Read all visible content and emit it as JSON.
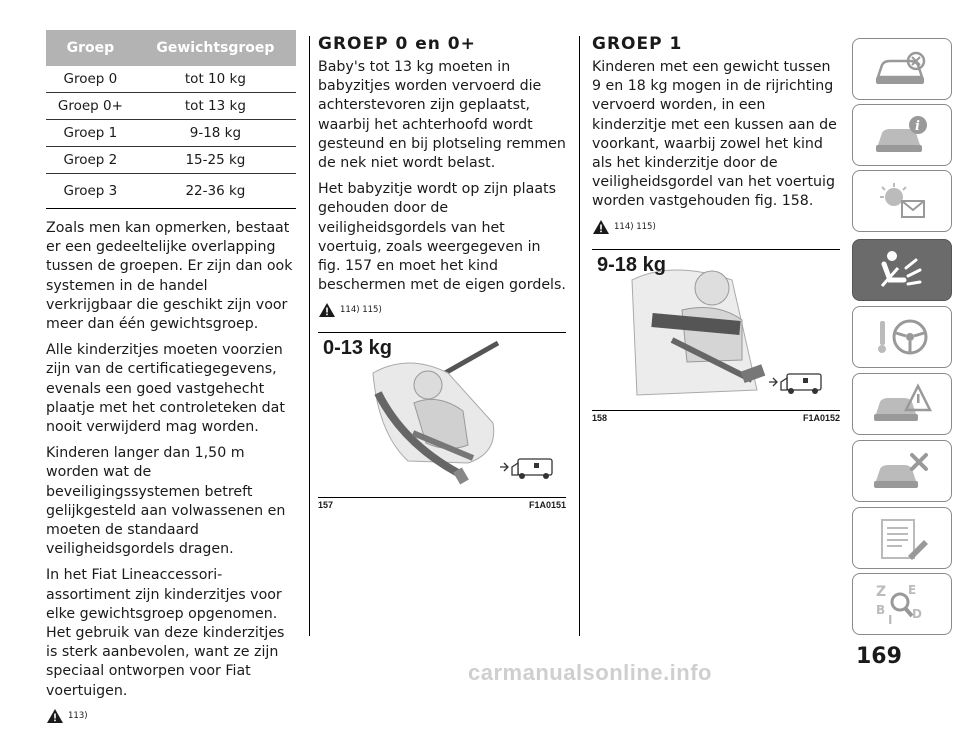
{
  "table": {
    "headers": [
      "Groep",
      "Gewichtsgroep"
    ],
    "rows": [
      [
        "Groep 0",
        "tot 10 kg"
      ],
      [
        "Groep 0+",
        "tot 13 kg"
      ],
      [
        "Groep 1",
        "9-18 kg"
      ],
      [
        "Groep 2",
        "15-25 kg"
      ],
      [
        "Groep 3",
        "22-36 kg"
      ]
    ]
  },
  "col1": {
    "paragraphs": [
      "Zoals men kan opmerken, bestaat er een gedeeltelijke overlapping tussen de groepen. Er zijn dan ook systemen in de handel verkrijgbaar die geschikt zijn voor meer dan één gewichtsgroep.",
      "Alle kinderzitjes moeten voorzien zijn van de certificatiegegevens, evenals een goed vastgehecht plaatje met het controleteken dat nooit verwijderd mag worden.",
      "Kinderen langer dan 1,50 m worden wat de beveiligingssystemen betreft gelijkgesteld aan volwassenen en moeten de standaard veiligheidsgordels dragen.",
      "In het Fiat Lineaccessori-assortiment zijn kinderzitjes voor elke gewichtsgroep opgenomen. Het gebruik van deze kinderzitjes is sterk aanbevolen, want ze zijn speciaal ontworpen voor Fiat voertuigen."
    ],
    "warn_ref": "113)"
  },
  "col2": {
    "heading": "GROEP 0 en 0+",
    "paragraphs": [
      "Baby's tot 13 kg moeten in babyzitjes worden vervoerd die achterstevoren zijn geplaatst, waarbij het achterhoofd wordt gesteund en bij plotseling remmen de nek niet wordt belast.",
      "Het babyzitje wordt op zijn plaats gehouden door de veiligheidsgordels van het voertuig, zoals weergegeven in fig. 157 en moet het kind beschermen met de eigen gordels."
    ],
    "warn_ref": "114) 115)",
    "figure": {
      "weight": "0-13 kg",
      "number": "157",
      "code": "F1A0151"
    }
  },
  "col3": {
    "heading": "GROEP 1",
    "paragraphs": [
      "Kinderen met een gewicht tussen 9 en 18 kg mogen in de rijrichting vervoerd worden, in een kinderzitje met een kussen aan de voorkant, waarbij zowel het kind als het kinderzitje door de veiligheidsgordel van het voertuig worden vastgehouden fig. 158."
    ],
    "warn_ref": "114) 115)",
    "figure": {
      "weight": "9-18 kg",
      "number": "158",
      "code": "F1A0152"
    }
  },
  "sidebar": {
    "tabs": [
      {
        "icon": "car-dashboard-icon",
        "active": false
      },
      {
        "icon": "car-info-icon",
        "active": false
      },
      {
        "icon": "warning-lights-icon",
        "active": false
      },
      {
        "icon": "seat-airbag-icon",
        "active": true
      },
      {
        "icon": "steering-wheel-icon",
        "active": false
      },
      {
        "icon": "car-warning-icon",
        "active": false
      },
      {
        "icon": "car-tools-icon",
        "active": false
      },
      {
        "icon": "specifications-icon",
        "active": false
      },
      {
        "icon": "alphabetical-index-icon",
        "active": false
      }
    ]
  },
  "page_number": "169",
  "watermark": "carmanualsonline.info",
  "colors": {
    "header_bg": "#b3b3b3",
    "tab_active": "#6b6b6b",
    "tab_border": "#8a8a8a"
  }
}
